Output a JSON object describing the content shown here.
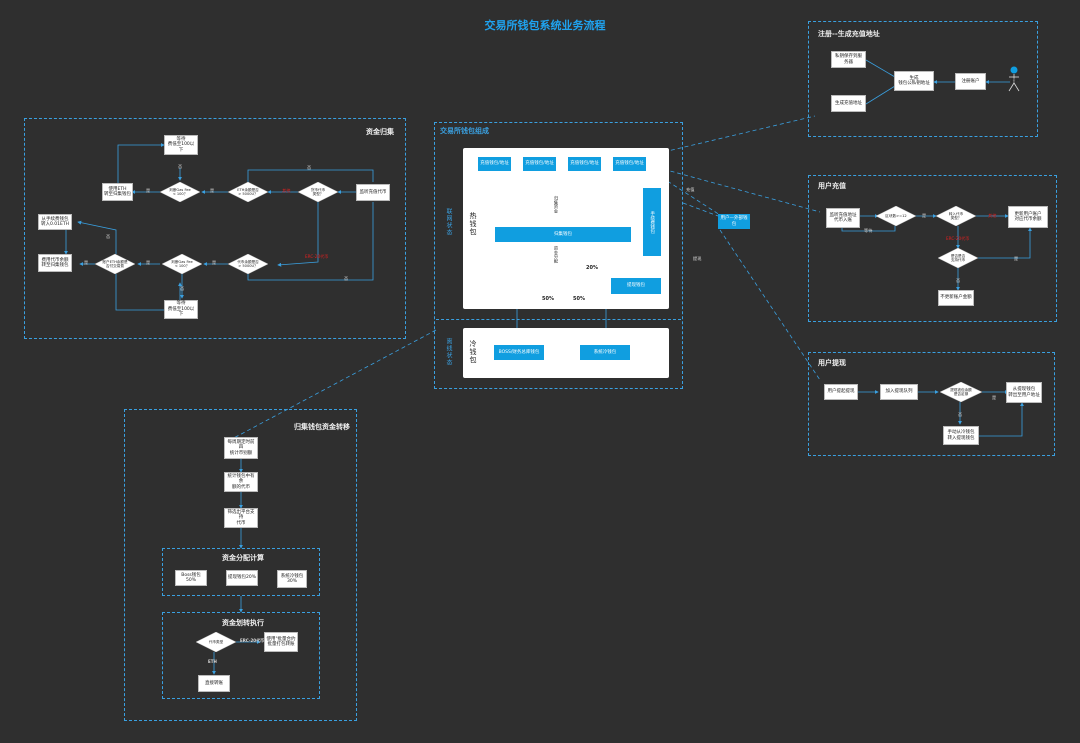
{
  "title": "交易所钱包系统业务流程",
  "colors": {
    "background": "#2f2f2f",
    "accent": "#109ee0",
    "panel_border": "#3aa0e0",
    "warn": "#e02020"
  },
  "panels": {
    "collect": {
      "title": "资金归集",
      "nodes": {
        "wait_top": "等待\n费低至100以下",
        "use_eth": "使用ETH\n转至归集钱包",
        "judge_gas1": "判断Gas Fee\n< 100？",
        "eth_balance": "ETH余额是否\n> 5000U？",
        "token_type": "货币代币\n类型？",
        "monitor": "监听充值代币",
        "from_cold": "从手续费钱包\n转入0.01ETH",
        "fee_topup": "费用代币余额\n转至归集钱包",
        "gas_enough": "账户ETH余额是\n否付交易费",
        "judge_gas2": "判断Gas Fee\n< 100？",
        "token_balance": "代币余额是否\n> 5000U？",
        "wait_bottom": "等待\n费低至100以下"
      },
      "labels": {
        "yes": "是",
        "no": "否",
        "other": "其他",
        "eth_erc20": "ERC-20代币"
      }
    },
    "wallet": {
      "title": "交易所钱包组成",
      "online_state": "联网状态",
      "offline_state": "离线状态",
      "hot_wallet": "热钱包",
      "cold_wallet": "冷钱包",
      "deposit_addrs": [
        "充值钱包/地址",
        "充值钱包/地址",
        "充值钱包/地址",
        "充值钱包/地址"
      ],
      "fee_wallet": "手续费钱包",
      "collect_wallet": "归集钱包",
      "withdraw_wallet": "提现钱包",
      "collect_flow": "归集资金",
      "distribute_flow": "资金分配",
      "pct_20": "20%",
      "pct_50a": "50%",
      "pct_50b": "50%",
      "cold_boss": "BOSS/财务总库钱包",
      "cold_system": "系统冷钱包"
    },
    "register": {
      "title": "注册--生成充值地址",
      "key_store": "私钥保存到服务器",
      "gen_addr": "生成充值地址",
      "gen_key": "生成\n钱包公私钥地址",
      "register": "注册账户",
      "user": "用户"
    },
    "deposit": {
      "title": "用户充值",
      "n1": "监听充值地址\n代币入账",
      "n2": "区块数>=12",
      "n3": "转入代币\n类型？",
      "n4": "更新用户账户\n对应代币余额",
      "n5": "是否是否\n支持代币",
      "n6": "不更新账户金额",
      "wait": "等待",
      "yes": "是",
      "no": "否",
      "other": "其他",
      "erc20": "ERC-20代币"
    },
    "withdraw": {
      "title": "用户提现",
      "n1": "用户提起提现",
      "n2": "加入提现队列",
      "n3": "提现钱包余额\n是否足够",
      "n4": "从提现钱包\n转出至用户地址",
      "n5": "手动从冷钱包\n转入提现钱包",
      "yes": "是",
      "no": "否"
    },
    "transfer": {
      "title": "归集钱包资金转移",
      "n1": "每周期定时前四\n统计币别额",
      "n2": "统计钱包中有余\n额的代币",
      "n3": "筛选出平台支持\n代币",
      "alloc_title": "资金分配计算",
      "alloc": [
        "Boss钱包50%",
        "提现钱包20%",
        "系统冷钱包\n30%"
      ],
      "exec_title": "资金划转执行",
      "token_type": "代币类型",
      "erc20": "ERC-20代币",
      "erc20_action": "使用\"批量合约\n批量打包转账",
      "eth": "ETH",
      "direct": "直接转账"
    },
    "external": {
      "box": "用户—外部钱包",
      "deposit": "充值",
      "withdraw": "提现"
    }
  }
}
